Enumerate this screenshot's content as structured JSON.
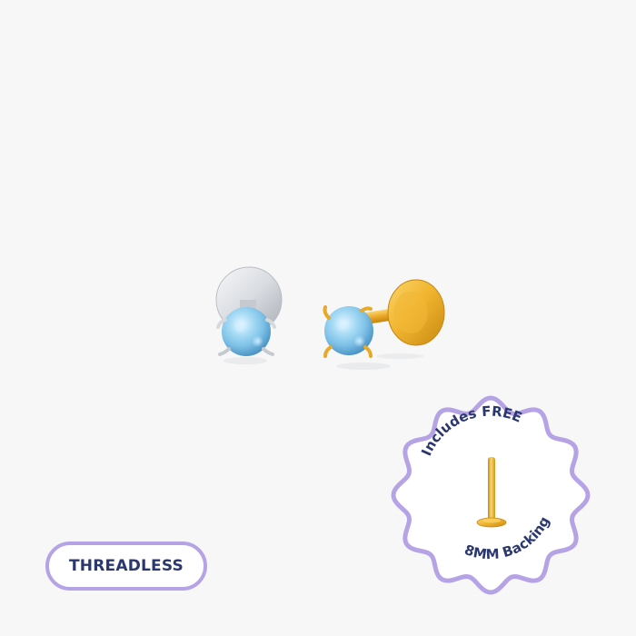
{
  "badge": {
    "line_top": "Includes FREE",
    "line_bottom": "8MM Backing"
  },
  "tag": {
    "label": "THREADLESS"
  },
  "colors": {
    "background": "#f7f7f8",
    "accent_lavender": "#b6a3e6",
    "text_navy": "#2b3870",
    "gold": "#e7a928",
    "silver": "#cfd3d8",
    "opal": "#8cc6e8"
  },
  "icons": {
    "silver_stud": "opal-stud-silver-icon",
    "gold_stud": "opal-stud-gold-icon",
    "backing": "flat-back-post-icon"
  }
}
